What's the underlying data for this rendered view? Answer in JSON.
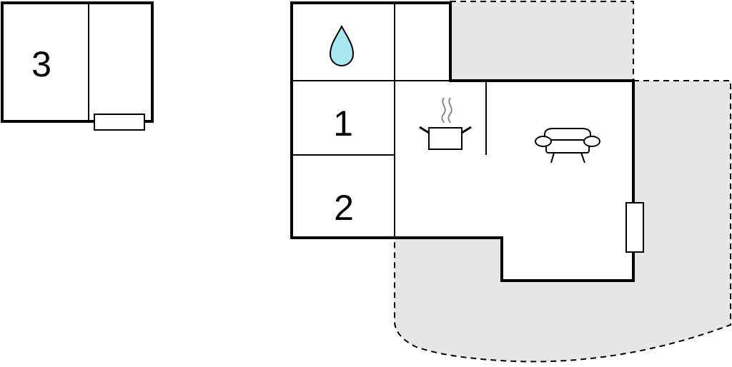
{
  "rooms": {
    "bedroom_1": "1",
    "bedroom_2": "2",
    "bedroom_3": "3"
  },
  "icons": {
    "bathroom": "water-drop-icon",
    "kitchen": "cooking-pot-icon",
    "living_room": "sofa-icon",
    "windows": "window-icon"
  },
  "colors": {
    "wall": "#000000",
    "terrace": "#e6e6e6",
    "water": "#a8e6f0",
    "steam": "#888888",
    "background": "#ffffff"
  }
}
